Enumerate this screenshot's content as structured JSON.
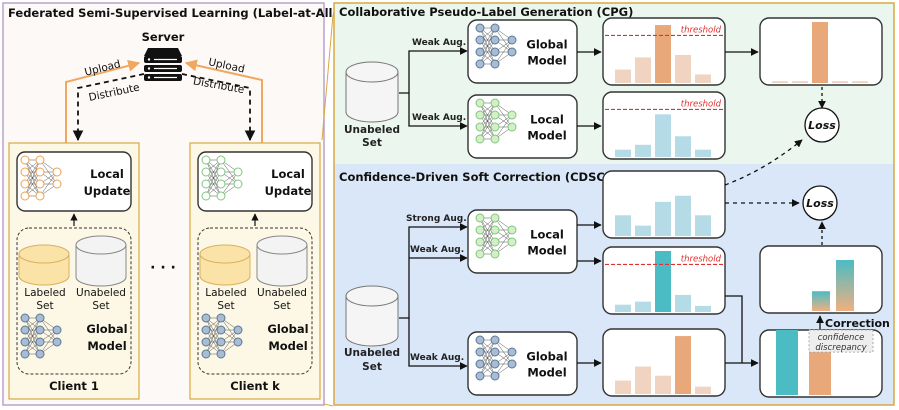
{
  "left_panel": {
    "title": "Federated Semi-Supervised Learning (Label-at-All-Client)",
    "server_label": "Server",
    "upload_label": "Upload",
    "distribute_label": "Distribute",
    "ellipsis": "· · ·",
    "clients": [
      {
        "name": "Client 1",
        "local_update": [
          "Local",
          "Update"
        ],
        "labeled_set": [
          "Labeled",
          "Set"
        ],
        "unlabeled_set": [
          "Unabeled",
          "Set"
        ],
        "global_model": [
          "Global",
          "Model"
        ],
        "network_color": "#f0a050"
      },
      {
        "name": "Client k",
        "local_update": [
          "Local",
          "Update"
        ],
        "labeled_set": [
          "Labeled",
          "Set"
        ],
        "unlabeled_set": [
          "Unabeled",
          "Set"
        ],
        "global_model": [
          "Global",
          "Model"
        ],
        "network_color": "#7ec87e"
      }
    ]
  },
  "cpg": {
    "title": "Collaborative Pseudo-Label Generation (CPG)",
    "unlabeled_set": [
      "Unabeled",
      "Set"
    ],
    "branch_global_label": "Weak Aug.",
    "branch_local_label": "Weak Aug.",
    "global_model": [
      "Global",
      "Model"
    ],
    "local_model": [
      "Local",
      "Model"
    ],
    "threshold_label": "threshold",
    "global_hist": {
      "values": [
        0.22,
        0.42,
        0.95,
        0.46,
        0.14
      ],
      "highlight": 2,
      "threshold": 0.78
    },
    "local_hist": {
      "values": [
        0.12,
        0.2,
        0.7,
        0.34,
        0.12
      ],
      "highlight": -1,
      "threshold": 0.78
    },
    "pseudo_label_hist": {
      "values": [
        0.03,
        0.03,
        1.0,
        0.03,
        0.03
      ],
      "highlight": 2
    },
    "loss_label": "Loss"
  },
  "cdsc": {
    "title": "Confidence-Driven Soft Correction (CDSC)",
    "unlabeled_set": [
      "Unabeled",
      "Set"
    ],
    "strong_aug_label": "Strong Aug.",
    "weak_aug_local_label": "Weak Aug.",
    "weak_aug_global_label": "Weak Aug.",
    "local_model": [
      "Local",
      "Model"
    ],
    "global_model": [
      "Global",
      "Model"
    ],
    "threshold_label": "threshold",
    "strong_hist": {
      "values": [
        0.34,
        0.17,
        0.56,
        0.66,
        0.34
      ],
      "highlight": -1
    },
    "local_weak_hist": {
      "values": [
        0.12,
        0.17,
        1.0,
        0.28,
        0.1
      ],
      "highlight": 2,
      "threshold": 0.78
    },
    "global_weak_hist": {
      "values": [
        0.22,
        0.45,
        0.3,
        0.95,
        0.12
      ],
      "highlight": 3
    },
    "discrepancy": {
      "local_conf": 1.0,
      "global_conf": 0.66,
      "label": [
        "confidence",
        "discrepancy"
      ]
    },
    "corrected_hist": {
      "values": [
        0.38,
        0.98
      ]
    },
    "correction_label": "Correction",
    "loss_label": "Loss"
  },
  "colors": {
    "orange_strong": "#e9a87a",
    "orange_light": "#f0d3c0",
    "blue_light": "#b5dce6",
    "teal_strong": "#4bbcc4",
    "threshold": "#e03030",
    "cpg_bg": "#eaf6ee",
    "cdsc_bg": "#dae7f8",
    "left_bg": "#fcf9f6",
    "client_bg": "#fdf8e6",
    "gold_border": "#d9a840",
    "purple_border": "#b8a2cc"
  }
}
